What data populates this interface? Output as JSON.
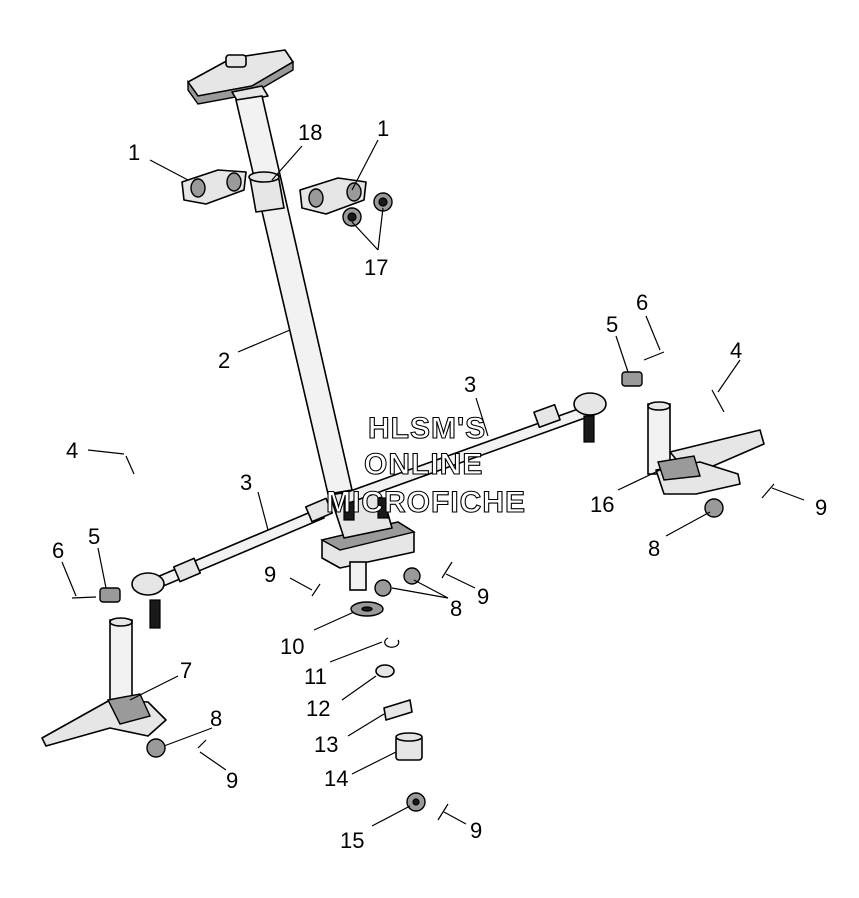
{
  "watermark": {
    "line1": "HLSM'S",
    "line2": "ONLINE",
    "line3": "MICROFICHE"
  },
  "callouts": {
    "c1a": "1",
    "c1b": "1",
    "c18": "18",
    "c17": "17",
    "c2": "2",
    "c3a": "3",
    "c3b": "3",
    "c4a": "4",
    "c4b": "4",
    "c5a": "5",
    "c5b": "5",
    "c6a": "6",
    "c6b": "6",
    "c7": "7",
    "c8a": "8",
    "c8b": "8",
    "c8c": "8",
    "c9a": "9",
    "c9b": "9",
    "c9c": "9",
    "c9d": "9",
    "c9e": "9",
    "c10": "10",
    "c11": "11",
    "c12": "12",
    "c13": "13",
    "c14": "14",
    "c15": "15",
    "c16": "16"
  }
}
